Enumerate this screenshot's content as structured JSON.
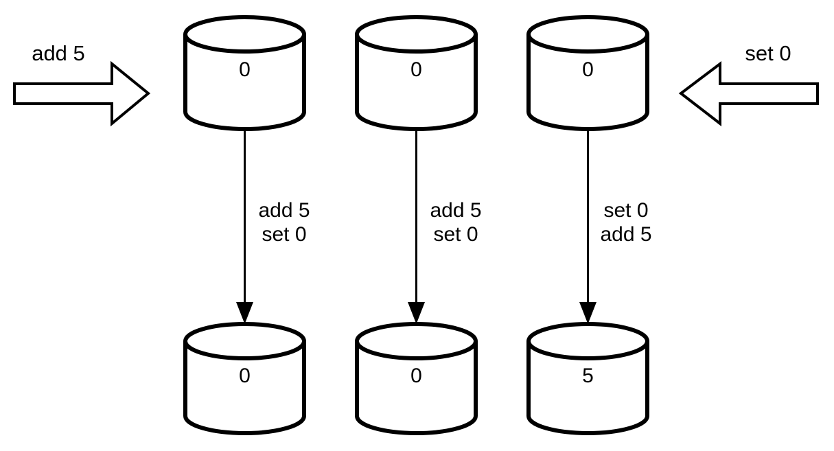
{
  "diagram": {
    "type": "replicated-register-convergence-diagram",
    "background_color": "#ffffff",
    "stroke_color": "#000000",
    "external_operations": [
      {
        "id": "left-operation",
        "label": "add 5",
        "direction": "right",
        "target_replica": 1
      },
      {
        "id": "right-operation",
        "label": "set 0",
        "direction": "left",
        "target_replica": 3
      }
    ],
    "replicas": [
      {
        "id": "replica-1",
        "initial_value": "0",
        "applied_operations": [
          "add 5",
          "set 0"
        ],
        "final_value": "0"
      },
      {
        "id": "replica-2",
        "initial_value": "0",
        "applied_operations": [
          "add 5",
          "set 0"
        ],
        "final_value": "0"
      },
      {
        "id": "replica-3",
        "initial_value": "0",
        "applied_operations": [
          "set 0",
          "add 5"
        ],
        "final_value": "5"
      }
    ]
  }
}
